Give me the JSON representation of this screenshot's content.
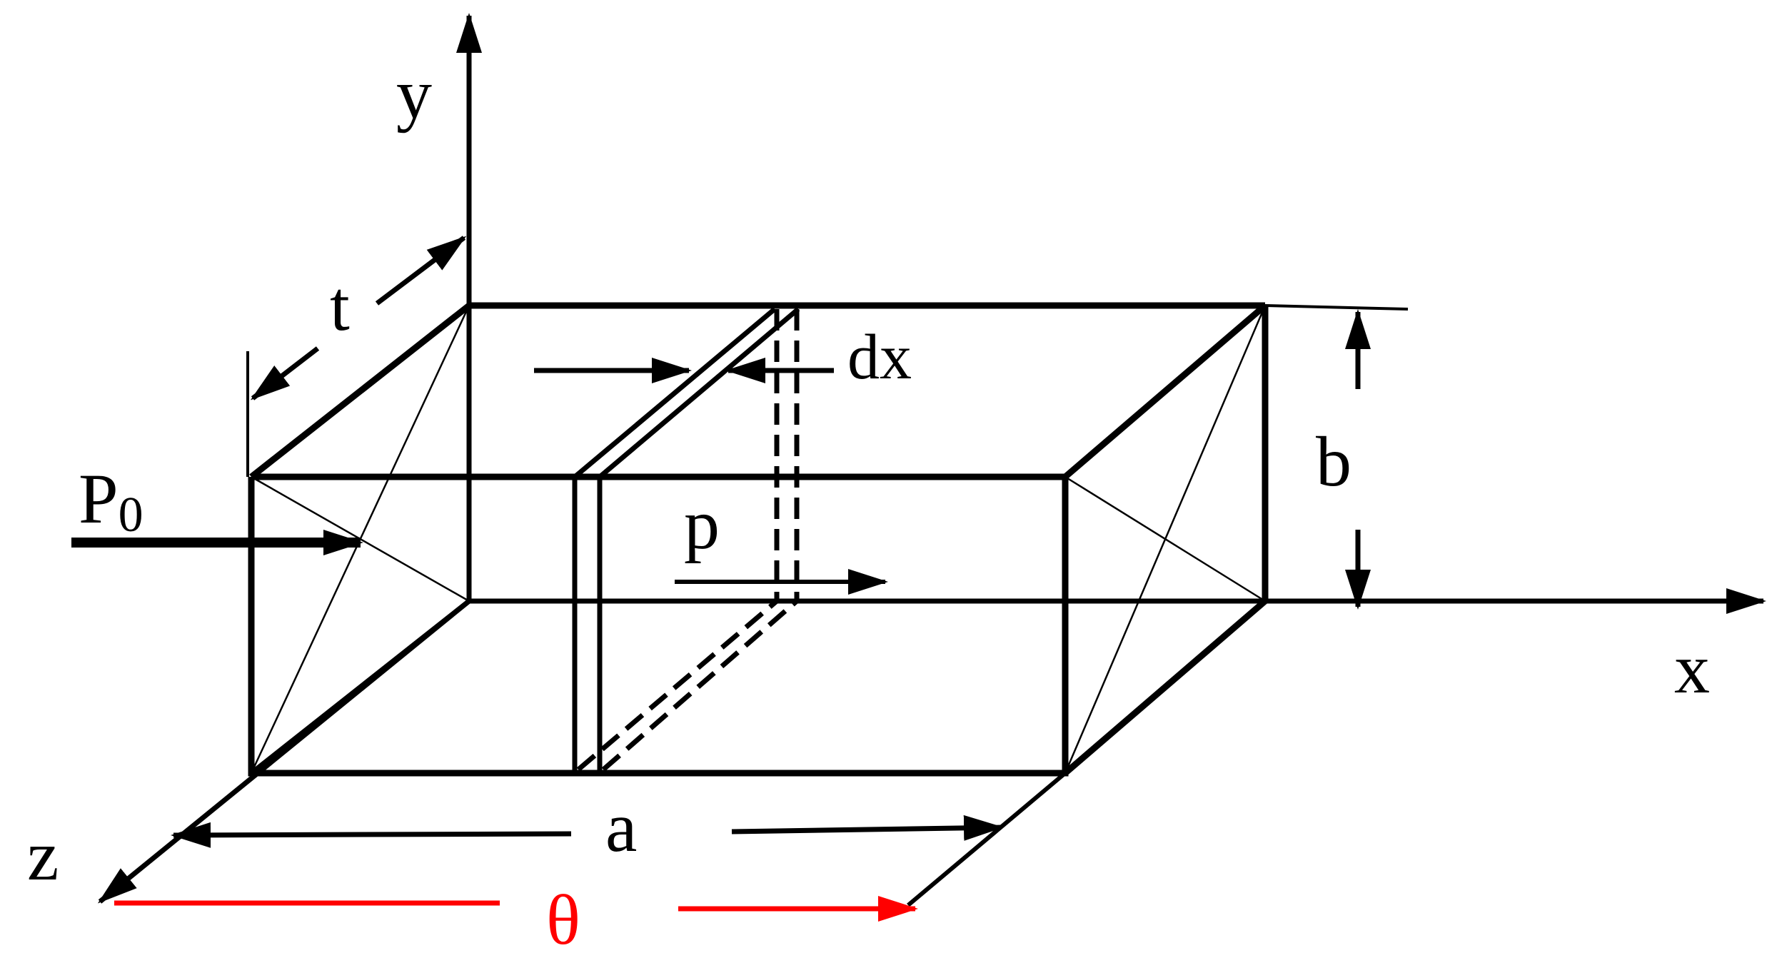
{
  "labels": {
    "axis_y": "y",
    "axis_x": "x",
    "axis_z": "z",
    "thickness": "t",
    "element_width": "dx",
    "height": "b",
    "length": "a",
    "load_base": "P",
    "load_subscript": "0",
    "pressure": "p",
    "angle": "θ"
  },
  "colors": {
    "ink": "#000000",
    "highlight": "#ff0000"
  }
}
